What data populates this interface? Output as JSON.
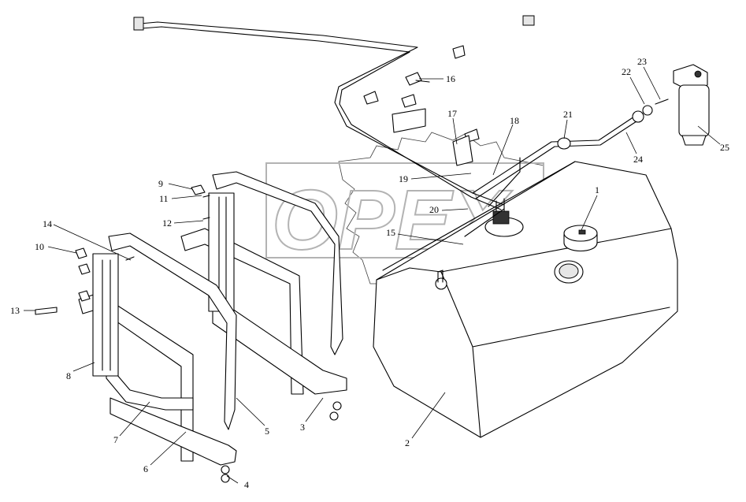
{
  "watermark": {
    "text": "OPEX"
  },
  "callouts": [
    {
      "id": "1",
      "label": "1"
    },
    {
      "id": "2",
      "label": "2"
    },
    {
      "id": "3",
      "label": "3"
    },
    {
      "id": "4",
      "label": "4"
    },
    {
      "id": "5",
      "label": "5"
    },
    {
      "id": "6",
      "label": "6"
    },
    {
      "id": "7",
      "label": "7"
    },
    {
      "id": "8",
      "label": "8"
    },
    {
      "id": "9",
      "label": "9"
    },
    {
      "id": "10",
      "label": "10"
    },
    {
      "id": "11",
      "label": "11"
    },
    {
      "id": "12",
      "label": "12"
    },
    {
      "id": "13",
      "label": "13"
    },
    {
      "id": "14",
      "label": "14"
    },
    {
      "id": "15",
      "label": "15"
    },
    {
      "id": "16",
      "label": "16"
    },
    {
      "id": "17",
      "label": "17"
    },
    {
      "id": "18",
      "label": "18"
    },
    {
      "id": "19",
      "label": "19"
    },
    {
      "id": "20",
      "label": "20"
    },
    {
      "id": "21",
      "label": "21"
    },
    {
      "id": "22",
      "label": "22"
    },
    {
      "id": "23",
      "label": "23"
    },
    {
      "id": "24",
      "label": "24"
    },
    {
      "id": "25",
      "label": "25"
    }
  ]
}
